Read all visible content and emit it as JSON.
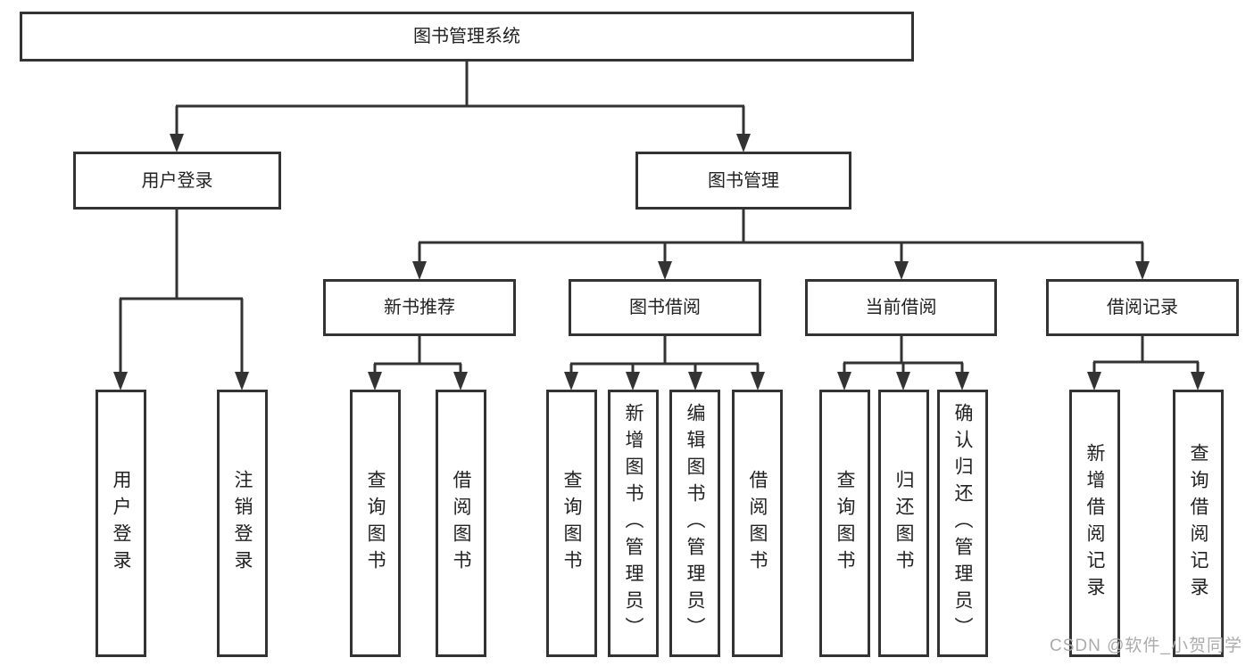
{
  "diagram": {
    "title_hint": "functional structure tree",
    "root": "图书管理系统",
    "level2": [
      {
        "label": "用户登录",
        "children": [
          "用户登录",
          "注销登录"
        ]
      },
      {
        "label": "图书管理",
        "children": [
          {
            "label": "新书推荐",
            "children": [
              "查询图书",
              "借阅图书"
            ]
          },
          {
            "label": "图书借阅",
            "children": [
              "查询图书",
              "新增图书（管理员）",
              "编辑图书（管理员）",
              "借阅图书"
            ]
          },
          {
            "label": "当前借阅",
            "children": [
              "查询图书",
              "归还图书",
              "确认归还（管理员）"
            ]
          },
          {
            "label": "借阅记录",
            "children": [
              "新增借阅记录",
              "查询借阅记录"
            ]
          }
        ]
      }
    ]
  },
  "watermark": "CSDN @软件_小贺同学",
  "colors": {
    "line": "#333333",
    "text": "#222222",
    "watermark_text": "#ababab",
    "background": "#ffffff"
  }
}
